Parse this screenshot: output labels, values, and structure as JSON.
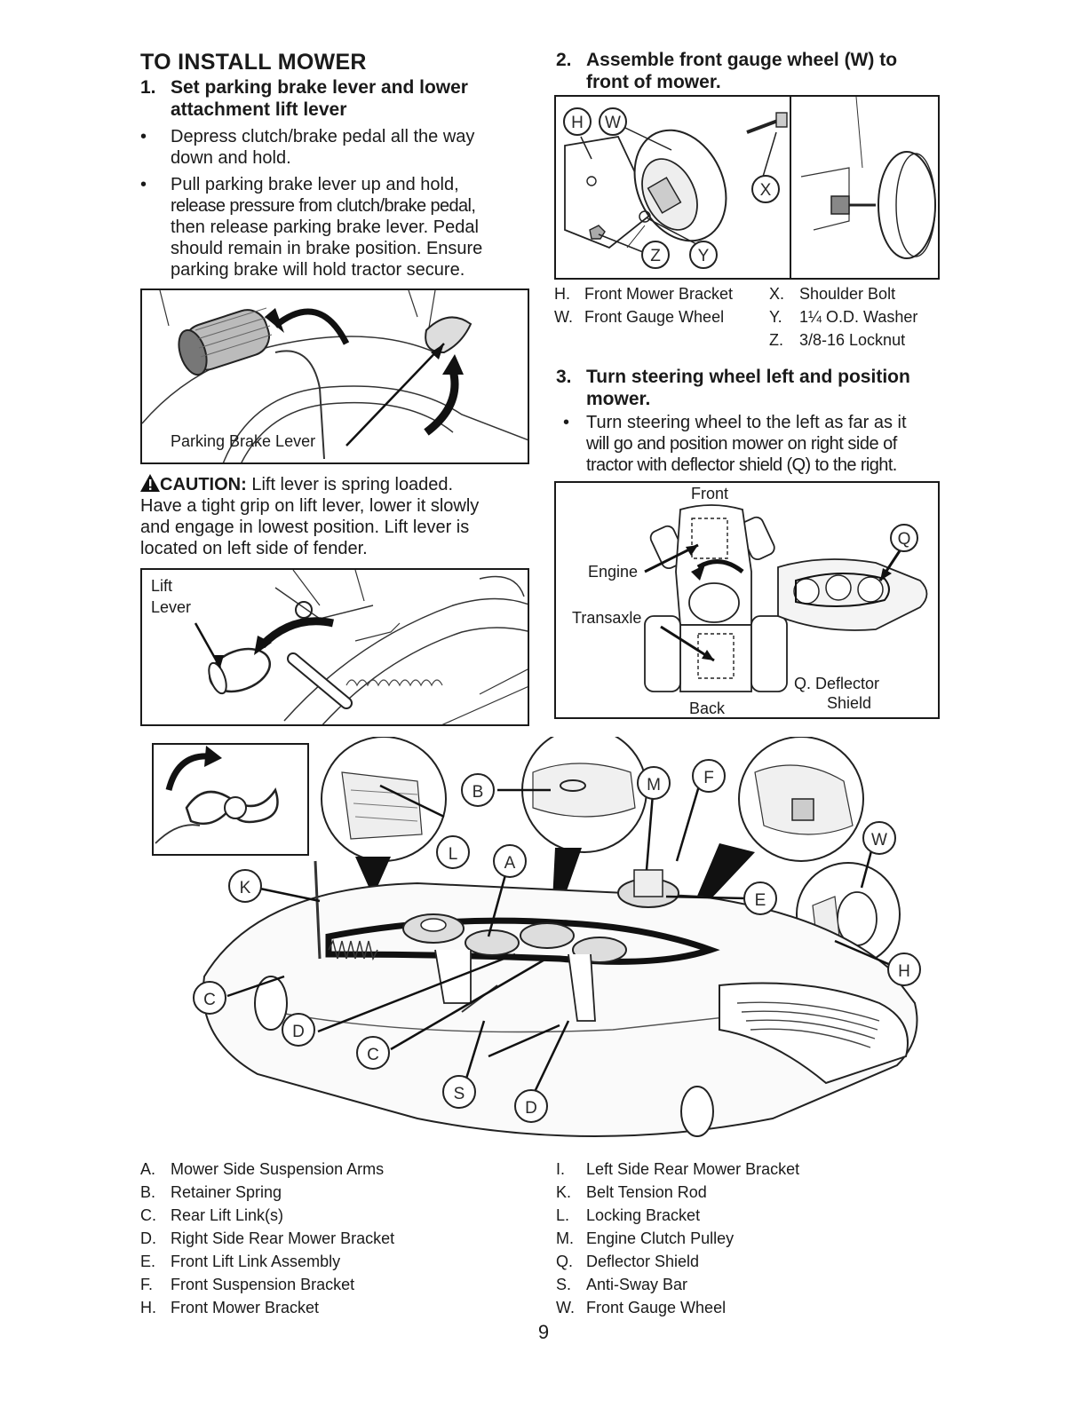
{
  "left": {
    "title": "TO INSTALL MOWER",
    "step1": {
      "num": "1.",
      "text_line1": "Set parking brake lever and lower",
      "text_line2": "attachment lift lever"
    },
    "bullet1": [
      "Depress clutch/brake pedal all the way",
      "down and hold."
    ],
    "bullet2": [
      "Pull parking brake lever up and hold,",
      "release pressure from clutch/brake pedal,",
      "then release parking brake lever. Pedal",
      "should remain in brake position. Ensure",
      "parking brake will hold tractor secure."
    ],
    "fig1_label": "Parking Brake Lever",
    "caution_label": "CAUTION:",
    "caution_lines": [
      " Lift lever is spring loaded.",
      "Have a tight grip on lift lever, lower it slowly",
      "and engage in lowest position. Lift lever is",
      "located on left side of fender."
    ],
    "fig2_label1": "Lift",
    "fig2_label2": "Lever"
  },
  "right": {
    "step2": {
      "num": "2.",
      "line1": "Assemble front gauge wheel (W) to",
      "line2": "front of mower."
    },
    "fig3_callouts": [
      "H",
      "W",
      "X",
      "Z",
      "Y"
    ],
    "fig3_legend": [
      {
        "k": "H.",
        "v": "Front Mower Bracket",
        "k2": "X.",
        "v2": "Shoulder Bolt"
      },
      {
        "k": "W.",
        "v": "Front Gauge Wheel",
        "k2": "Y.",
        "v2": "1¼ O.D. Washer"
      },
      {
        "k": "",
        "v": "",
        "k2": "Z.",
        "v2": "3/8-16 Locknut"
      }
    ],
    "step3": {
      "num": "3.",
      "line1": "Turn steering wheel left and position",
      "line2": "mower."
    },
    "bullet3": [
      "Turn steering wheel to the left as far as it",
      "will go and position mower on right side of",
      "tractor with deflector shield (Q) to the right."
    ],
    "fig4": {
      "front": "Front",
      "engine": "Engine",
      "transaxle": "Transaxle",
      "back": "Back",
      "q": "Q",
      "q_label1": "Q.  Deflector",
      "q_label2": "Shield"
    }
  },
  "big_fig_callouts": [
    "B",
    "M",
    "F",
    "L",
    "A",
    "W",
    "K",
    "E",
    "H",
    "C",
    "D",
    "C",
    "S",
    "D"
  ],
  "legend_left": [
    {
      "k": "A.",
      "v": "Mower Side Suspension Arms"
    },
    {
      "k": "B.",
      "v": "Retainer Spring"
    },
    {
      "k": "C.",
      "v": "Rear Lift Link(s)"
    },
    {
      "k": "D.",
      "v": "Right Side Rear Mower Bracket"
    },
    {
      "k": "E.",
      "v": "Front Lift Link Assembly"
    },
    {
      "k": "F.",
      "v": "Front Suspension Bracket"
    },
    {
      "k": "H.",
      "v": "Front Mower Bracket"
    }
  ],
  "legend_right": [
    {
      "k": "I.",
      "v": "Left Side Rear Mower Bracket"
    },
    {
      "k": "K.",
      "v": "Belt Tension Rod"
    },
    {
      "k": "L.",
      "v": "Locking Bracket"
    },
    {
      "k": "M.",
      "v": "Engine Clutch Pulley"
    },
    {
      "k": "Q.",
      "v": "Deflector Shield"
    },
    {
      "k": "S.",
      "v": "Anti-Sway Bar"
    },
    {
      "k": "W.",
      "v": "Front Gauge Wheel"
    }
  ],
  "page_number": "9"
}
